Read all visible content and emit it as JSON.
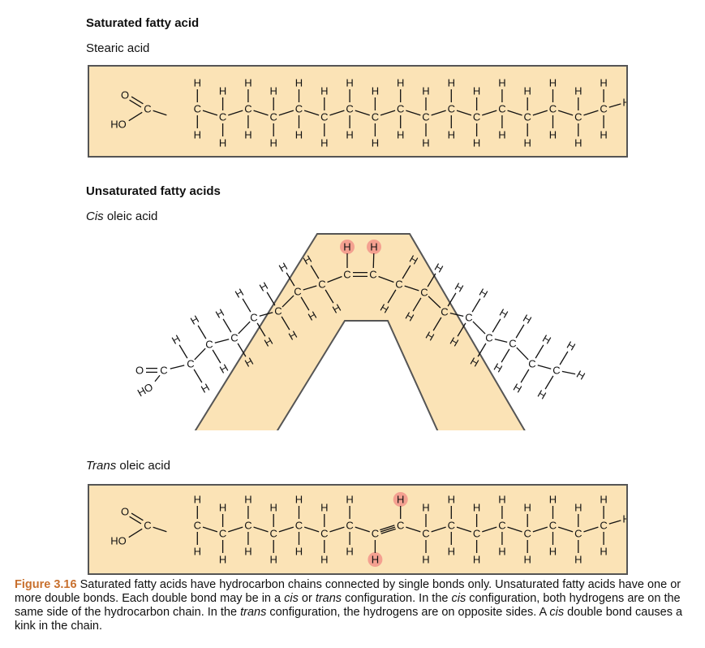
{
  "sections": {
    "saturated": {
      "heading": "Saturated fatty acid",
      "name": "Stearic acid"
    },
    "unsaturated": {
      "heading": "Unsaturated fatty acids",
      "cis_name_italic": "Cis",
      "cis_name_rest": " oleic acid",
      "trans_name_italic": "Trans",
      "trans_name_rest": " oleic acid"
    }
  },
  "molecule": {
    "carbon": "C",
    "hydrogen": "H",
    "oxygen": "O",
    "hydroxyl": "HO"
  },
  "caption": {
    "figure": "Figure 3.16",
    "t1": " Saturated fatty acids have hydrocarbon chains connected by single bonds only. Unsaturated fatty acids have one or more double bonds. Each double bond may be in a ",
    "cis1": "cis",
    "t2": " or ",
    "trans1": "trans",
    "t3": " configuration. In the ",
    "cis2": "cis",
    "t4": " configuration, both hydrogens are on the same side of the hydrocarbon chain. In the ",
    "trans2": "trans",
    "t5": " configuration, the hydrogens are on opposite sides. A ",
    "cis3": "cis",
    "t6": " double bond causes a kink in the chain."
  },
  "colors": {
    "panel": "#fbe3b6",
    "highlight": "#f4a090",
    "figure_label": "#c8702e"
  }
}
